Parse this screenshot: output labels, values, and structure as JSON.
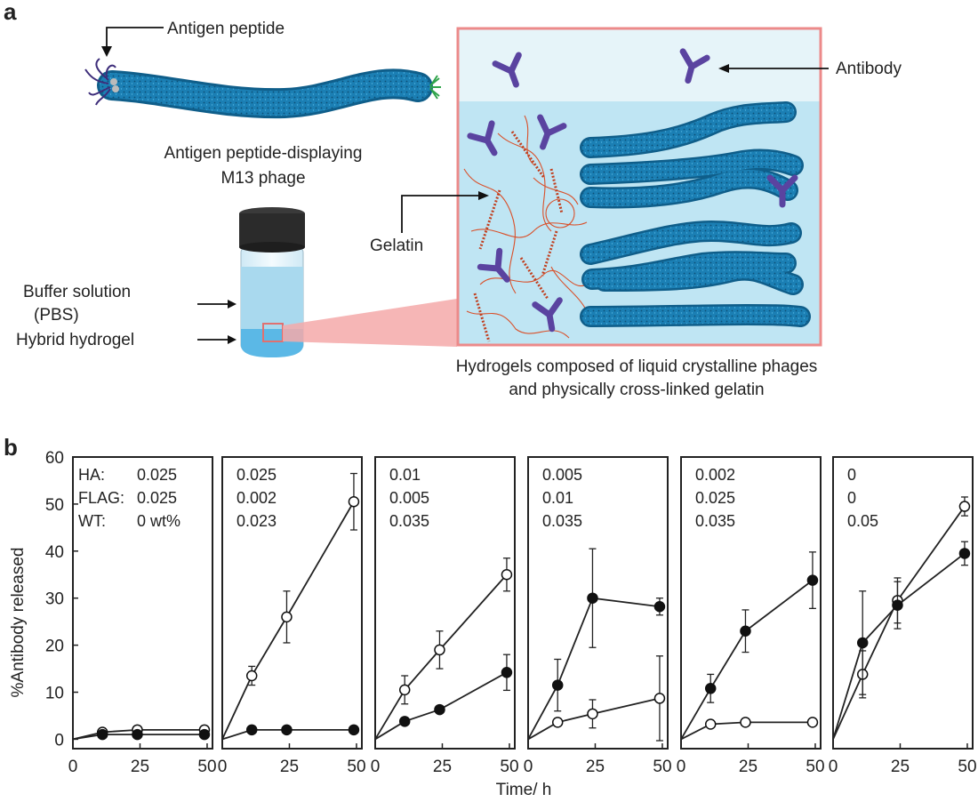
{
  "panel_a": {
    "letter": "a",
    "labels": {
      "antigen_peptide": "Antigen peptide",
      "phage_caption_line1": "Antigen peptide-displaying",
      "phage_caption_line2": "M13 phage",
      "antibody": "Antibody",
      "gelatin": "Gelatin",
      "buffer_line1": "Buffer solution",
      "buffer_line2": "(PBS)",
      "hybrid_hydrogel": "Hybrid hydrogel",
      "hydrogel_caption_line1": "Hydrogels composed of liquid crystalline phages",
      "hydrogel_caption_line2": "and physically cross-linked gelatin"
    },
    "colors": {
      "phage": "#1b7fb4",
      "phage_dark": "#0f5e8a",
      "antibody": "#5a43a0",
      "gelatin": "#d9502a",
      "box_border": "#ec8a8a",
      "solution": "#a9d9ee",
      "hydrogel": "#5bb8e6",
      "cap": "#2b2b2b",
      "box_fill_top": "#e6f4f9",
      "box_fill_bottom": "#bfe5f3"
    }
  },
  "panel_b": {
    "letter": "b",
    "ylabel": "%Antibody released",
    "xlabel": "Time/ h",
    "row_labels": [
      "HA:",
      "FLAG:",
      "WT:"
    ]
  },
  "chart_data": [
    {
      "type": "line",
      "panel": 1,
      "composition": [
        "0.025",
        "0.025",
        "0 wt%"
      ],
      "x": [
        0,
        11,
        24,
        49
      ],
      "xlim": [
        0,
        52
      ],
      "ylim": [
        -2,
        60
      ],
      "xticks": [
        "0",
        "25",
        "50"
      ],
      "yticks": [
        "0",
        "10",
        "20",
        "30",
        "40",
        "50",
        "60"
      ],
      "series": [
        {
          "marker": "open",
          "values": [
            0,
            1.5,
            2,
            2
          ],
          "errors": [
            0,
            0.4,
            0.4,
            0.4
          ]
        },
        {
          "marker": "filled",
          "values": [
            0,
            1,
            1,
            1
          ],
          "errors": [
            0,
            0.3,
            0.3,
            0.3
          ]
        }
      ]
    },
    {
      "type": "line",
      "panel": 2,
      "composition": [
        "0.025",
        "0.002",
        "0.023"
      ],
      "x": [
        0,
        11,
        24,
        49
      ],
      "xlim": [
        0,
        52
      ],
      "ylim": [
        -2,
        60
      ],
      "xticks": [
        "0",
        "25",
        "50"
      ],
      "series": [
        {
          "marker": "open",
          "values": [
            0,
            13.5,
            26,
            50.5
          ],
          "errors": [
            0,
            2,
            5.5,
            6
          ]
        },
        {
          "marker": "filled",
          "values": [
            0,
            2,
            2,
            2
          ],
          "errors": [
            0,
            0.3,
            0.3,
            0.3
          ]
        }
      ]
    },
    {
      "type": "line",
      "panel": 3,
      "composition": [
        "0.01",
        "0.005",
        "0.035"
      ],
      "x": [
        0,
        11,
        24,
        49
      ],
      "xlim": [
        0,
        52
      ],
      "ylim": [
        -2,
        60
      ],
      "xticks": [
        "0",
        "25",
        "50"
      ],
      "series": [
        {
          "marker": "open",
          "values": [
            0,
            10.5,
            19,
            35
          ],
          "errors": [
            0,
            3,
            4,
            3.5
          ]
        },
        {
          "marker": "filled",
          "values": [
            0,
            3.8,
            6.3,
            14.2
          ],
          "errors": [
            0,
            0.5,
            0.5,
            3.8
          ]
        }
      ]
    },
    {
      "type": "line",
      "panel": 4,
      "composition": [
        "0.005",
        "0.01",
        "0.035"
      ],
      "x": [
        0,
        11,
        24,
        49
      ],
      "xlim": [
        0,
        52
      ],
      "ylim": [
        -2,
        60
      ],
      "xticks": [
        "0",
        "25",
        "50"
      ],
      "series": [
        {
          "marker": "open",
          "values": [
            0,
            3.6,
            5.4,
            8.7
          ],
          "errors": [
            0,
            0.8,
            3,
            9
          ]
        },
        {
          "marker": "filled",
          "values": [
            0,
            11.5,
            30,
            28.2
          ],
          "errors": [
            0,
            5.5,
            10.5,
            1.8
          ]
        }
      ]
    },
    {
      "type": "line",
      "panel": 5,
      "composition": [
        "0.002",
        "0.025",
        "0.035"
      ],
      "x": [
        0,
        11,
        24,
        49
      ],
      "xlim": [
        0,
        52
      ],
      "ylim": [
        -2,
        60
      ],
      "xticks": [
        "0",
        "25",
        "50"
      ],
      "series": [
        {
          "marker": "open",
          "values": [
            0,
            3.2,
            3.6,
            3.6
          ],
          "errors": [
            0,
            0.3,
            0.3,
            0.3
          ]
        },
        {
          "marker": "filled",
          "values": [
            0,
            10.8,
            23,
            33.8
          ],
          "errors": [
            0,
            3,
            4.5,
            6
          ]
        }
      ]
    },
    {
      "type": "line",
      "panel": 6,
      "composition": [
        "0",
        "0",
        "0.05"
      ],
      "x": [
        0,
        11,
        24,
        49
      ],
      "xlim": [
        0,
        52
      ],
      "ylim": [
        -2,
        60
      ],
      "xticks": [
        "0",
        "25",
        "50"
      ],
      "series": [
        {
          "marker": "open",
          "values": [
            0,
            13.8,
            29.5,
            49.5
          ],
          "errors": [
            0,
            5,
            4.8,
            2
          ]
        },
        {
          "marker": "filled",
          "values": [
            0,
            20.5,
            28.5,
            39.5
          ],
          "errors": [
            0,
            11,
            5,
            2.5
          ]
        }
      ]
    }
  ]
}
